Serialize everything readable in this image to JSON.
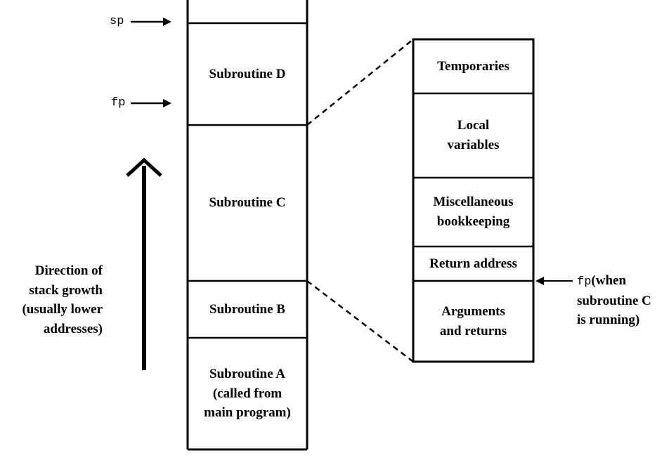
{
  "stack": {
    "frames": [
      {
        "id": "d",
        "label": "Subroutine D"
      },
      {
        "id": "c",
        "label": "Subroutine C"
      },
      {
        "id": "b",
        "label": "Subroutine B"
      },
      {
        "id": "a",
        "label": "Subroutine A (called from main program)",
        "lines": [
          "Subroutine A",
          "(called from",
          "main program)"
        ]
      }
    ],
    "pointers": {
      "sp": "sp",
      "fp": "fp"
    }
  },
  "frame_detail": {
    "sections": [
      {
        "id": "temporaries",
        "lines": [
          "Temporaries"
        ]
      },
      {
        "id": "local-variables",
        "lines": [
          "Local",
          "variables"
        ]
      },
      {
        "id": "misc-bookkeeping",
        "lines": [
          "Miscellaneous",
          "bookkeeping"
        ]
      },
      {
        "id": "return-address",
        "lines": [
          "Return address"
        ]
      },
      {
        "id": "arguments-returns",
        "lines": [
          "Arguments",
          "and returns"
        ]
      }
    ],
    "fp_note": {
      "code": "fp",
      "text_lines": [
        "(when",
        "subroutine C",
        "is running)"
      ]
    }
  },
  "growth": {
    "lines": [
      "Direction of",
      "stack growth",
      "(usually lower",
      "addresses)"
    ]
  }
}
